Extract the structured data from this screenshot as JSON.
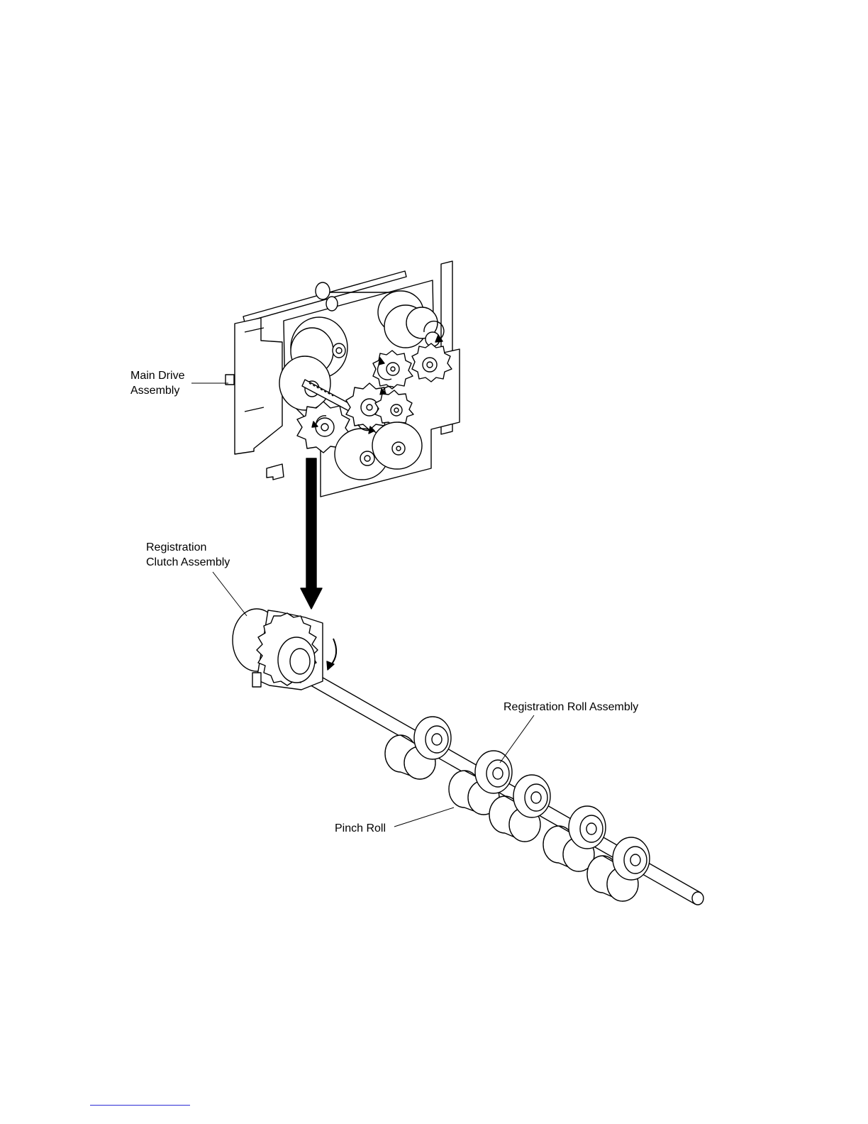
{
  "labels": {
    "main_drive_line1": "Main Drive",
    "main_drive_line2": "Assembly",
    "reg_clutch_line1": "Registration",
    "reg_clutch_line2": "Clutch Assembly",
    "reg_roll": "Registration Roll Assembly",
    "pinch_roll": "Pinch Roll"
  },
  "colors": {
    "line": "#000000",
    "background": "#ffffff",
    "footer_rule": "#2b2bd6"
  }
}
